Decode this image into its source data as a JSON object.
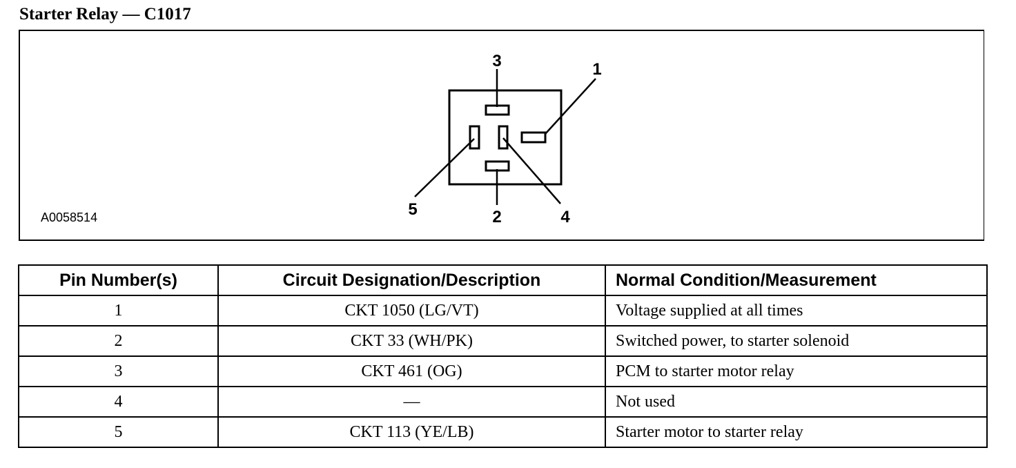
{
  "title": "Starter Relay — C1017",
  "figure": {
    "id": "A0058514",
    "pin_labels": {
      "pin1": "1",
      "pin2": "2",
      "pin3": "3",
      "pin4": "4",
      "pin5": "5"
    }
  },
  "table": {
    "headers": {
      "pin": "Pin Number(s)",
      "circuit": "Circuit Designation/Description",
      "condition": "Normal Condition/Measurement"
    },
    "rows": [
      {
        "pin": "1",
        "circuit": "CKT 1050 (LG/VT)",
        "condition": "Voltage supplied at all times"
      },
      {
        "pin": "2",
        "circuit": "CKT 33 (WH/PK)",
        "condition": "Switched power, to starter solenoid"
      },
      {
        "pin": "3",
        "circuit": "CKT 461 (OG)",
        "condition": "PCM to starter motor relay"
      },
      {
        "pin": "4",
        "circuit": "—",
        "condition": "Not used"
      },
      {
        "pin": "5",
        "circuit": "CKT 113 (YE/LB)",
        "condition": "Starter motor to starter relay"
      }
    ]
  }
}
